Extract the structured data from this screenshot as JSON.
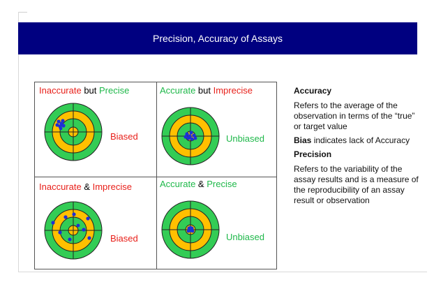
{
  "slide": {
    "title": "Precision, Accuracy of Assays"
  },
  "quadrants": [
    {
      "label_a": "Inaccurate",
      "connector": " but ",
      "label_b": "Precise",
      "bias": "Biased"
    },
    {
      "label_a": "Accurate",
      "connector": " but ",
      "label_b": "Imprecise",
      "bias": "Unbiased"
    },
    {
      "label_a": "Inaccurate",
      "connector": " & ",
      "label_b": "Imprecise",
      "bias": "Biased"
    },
    {
      "label_a": "Accurate",
      "connector": " & ",
      "label_b": "Precise",
      "bias": "Unbiased"
    }
  ],
  "definitions": {
    "accuracy_heading": "Accuracy",
    "accuracy_text": "Refers to the average of the observation in terms of the “true” or target value",
    "bias_term": "Bias",
    "bias_text": " indicates lack of Accuracy",
    "precision_heading": "Precision",
    "precision_text": "Refers to the variability of the assay results and is a measure of the reproducibility of an assay result or observation"
  },
  "colors": {
    "title_bg": "#000080",
    "ring_green": "#33cc55",
    "ring_yellow": "#ffc000",
    "dot_blue": "#1f2fd6",
    "text_red": "#e8201a",
    "text_green": "#1fb84a"
  }
}
